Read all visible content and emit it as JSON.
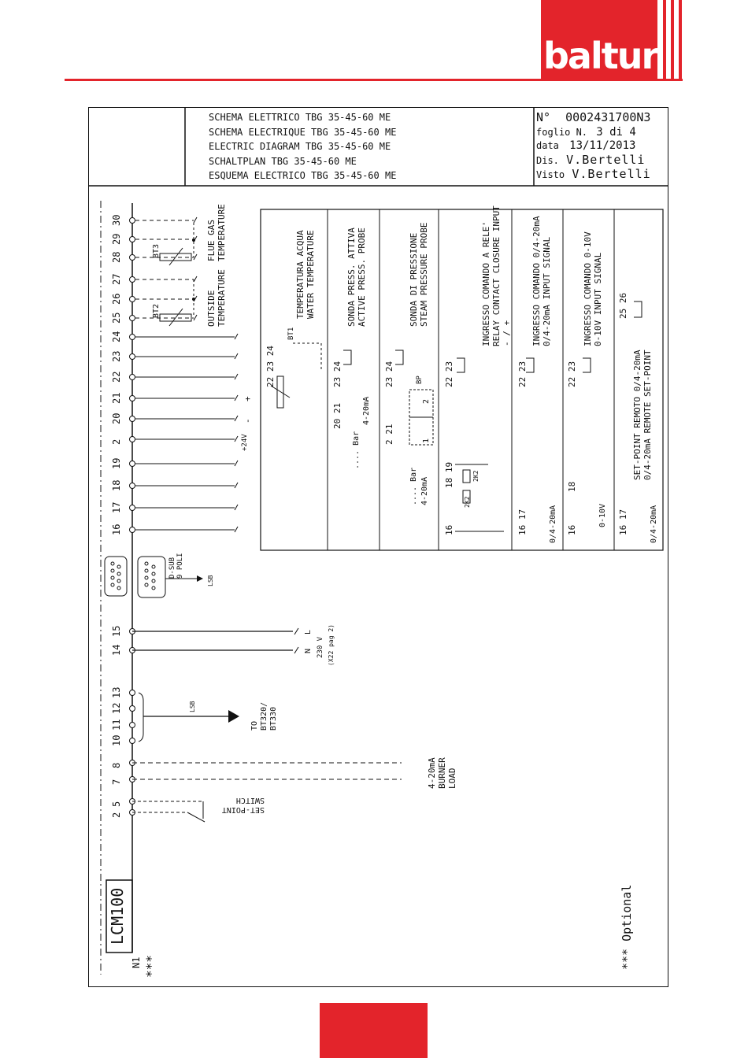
{
  "brand": {
    "logo": "baltur",
    "accent": "#e3242b"
  },
  "title_block": {
    "titles": [
      "SCHEMA ELETTRICO TBG 35-45-60 ME",
      "SCHEMA ELECTRIQUE TBG 35-45-60 ME",
      "ELECTRIC DIAGRAM TBG 35-45-60 ME",
      "SCHALTPLAN TBG 35-45-60 ME",
      "ESQUEMA ELECTRICO TBG 35-45-60 ME"
    ],
    "number_label": "N°",
    "number": "0002431700N3",
    "sheet_label": "foglio N.",
    "sheet": "3 di 4",
    "date_label": "data",
    "date": "13/11/2013",
    "drawn_label": "Dis.",
    "drawn": "V.Bertelli",
    "checked_label": "Visto",
    "checked": "V.Bertelli"
  },
  "diagram": {
    "module": "LCM100",
    "ref": "N1",
    "optional_marker": "***",
    "optional_note": "*** Optional",
    "terminals": [
      "16",
      "17",
      "18",
      "19",
      "2",
      "20",
      "21",
      "22",
      "23",
      "24",
      "25",
      "26",
      "27",
      "28",
      "29",
      "30"
    ],
    "terminals_power": [
      "14",
      "15"
    ],
    "terminals_lsb": [
      "10",
      "11",
      "12",
      "13"
    ],
    "terminals_load": [
      "7",
      "8"
    ],
    "terminals_switch": [
      "2",
      "5"
    ],
    "bt2": "BT2",
    "bt3": "BT3",
    "outside_temp": [
      "OUTSIDE",
      "TEMPERATURE"
    ],
    "flue_gas_temp": [
      "FLUE GAS",
      "TEMPERATURE"
    ],
    "plus_24v": "+24V",
    "minus": "-",
    "plus": "+",
    "dsub": [
      "D-SUB",
      "9 POLI"
    ],
    "lsb": "LSB",
    "power_l": "L",
    "power_n": "N",
    "power_v": "230 V",
    "power_ref": "(X22 pag 2)",
    "to_bt": [
      "TO",
      "BT320/",
      "BT330"
    ],
    "burner_load": [
      "4-20mA",
      "BURNER",
      "LOAD"
    ],
    "setpoint_switch": [
      "SET-POINT",
      "SWITCH"
    ],
    "options": [
      {
        "title": [
          "TEMPERATURA ACQUA",
          "WATER TEMPERATURE"
        ],
        "terms": "22  23  24",
        "dev": "BT1"
      },
      {
        "title": [
          "SONDA PRESS. ATTIVA",
          "ACTIVE PRESS. PROBE"
        ],
        "terms_a": "20  21",
        "terms_b": "23  24",
        "sub": ".... Bar",
        "sub2": "4-20mA"
      },
      {
        "title": [
          "SONDA DI PRESSIONE",
          "STEAM PRESSURE PROBE"
        ],
        "terms_a": "2    21",
        "terms_b": "23  24",
        "dev": "BP",
        "sub": ".... Bar",
        "sub2": "4-20mA",
        "pins": [
          "1",
          "2"
        ]
      },
      {
        "title": [
          "INGRESSO COMANDO A RELE'",
          "RELAY CONTACT CLOSURE INPUT",
          "- / +"
        ],
        "terms_a": "16",
        "terms_b": "18  19",
        "terms_c": "22  23",
        "dev": "2K2"
      },
      {
        "title": [
          "INGRESSO COMANDO 0/4-20mA",
          "0/4-20mA INPUT SIGNAL"
        ],
        "terms_a": "16  17",
        "terms_b": "22  23",
        "sub": "0/4-20mA"
      },
      {
        "title": [
          "INGRESSO COMANDO 0-10V",
          "0-10V INPUT SIGNAL"
        ],
        "terms_a": "16",
        "terms_a2": "18",
        "terms_b": "22  23",
        "sub": "0-10V"
      },
      {
        "title": [
          "SET-POINT REMOTO 0/4-20mA",
          "0/4-20mA REMOTE SET-POINT"
        ],
        "terms_a": "16  17",
        "terms_b": "25  26",
        "sub": "0/4-20mA"
      }
    ]
  }
}
